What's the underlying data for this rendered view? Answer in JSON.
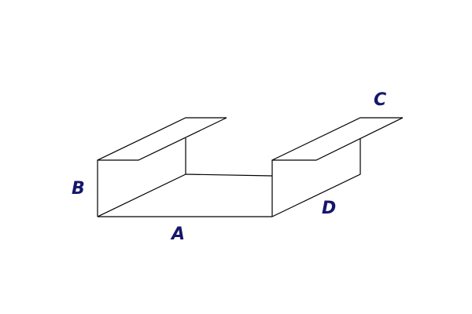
{
  "labels": {
    "a": "A",
    "b": "B",
    "c": "C",
    "d": "D"
  },
  "colors": {
    "label": "#16166b",
    "line": "#000000",
    "background": "#ffffff"
  }
}
